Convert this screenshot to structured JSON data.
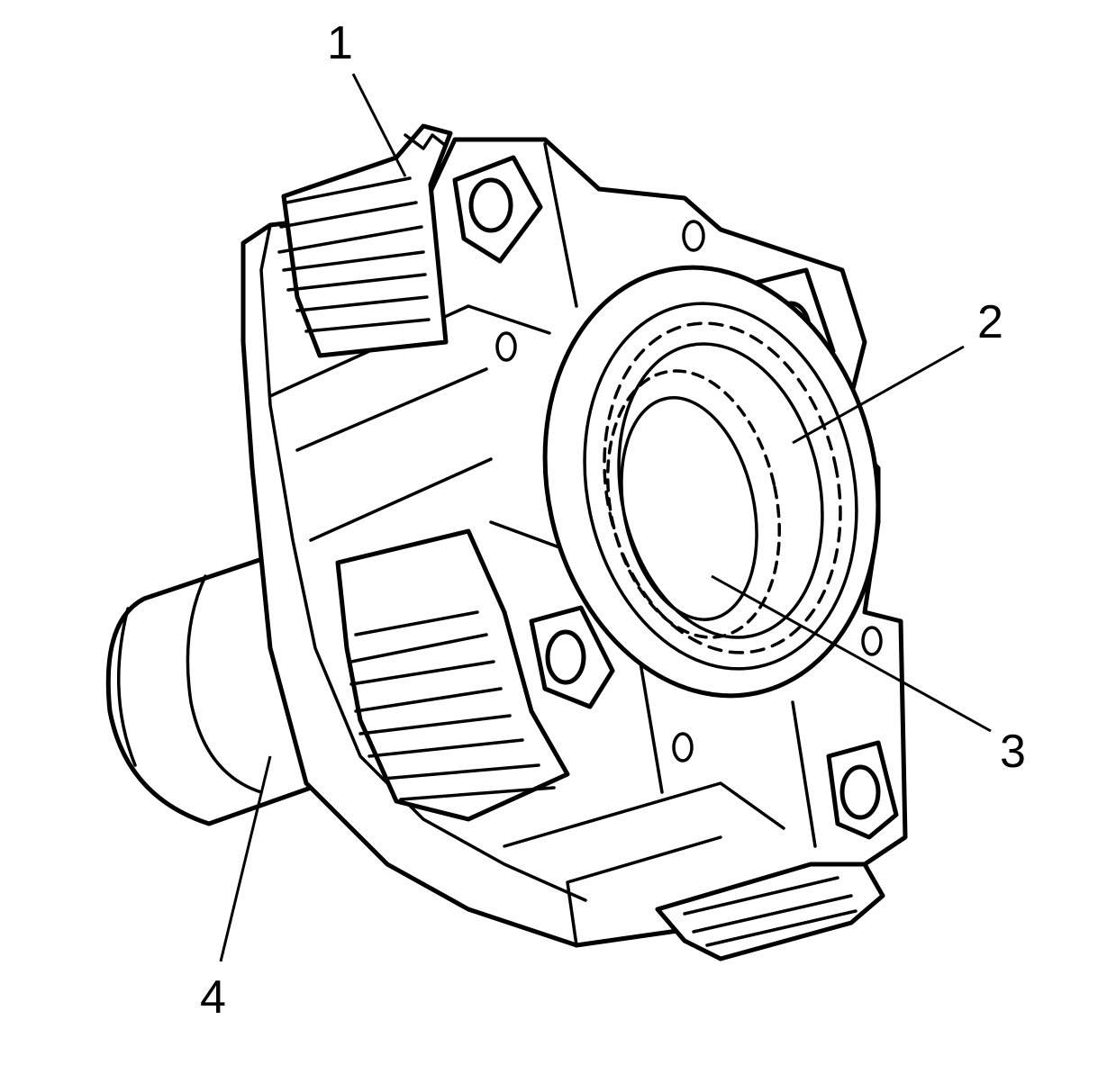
{
  "callouts": {
    "c1": "1",
    "c2": "2",
    "c3": "3",
    "c4": "4"
  },
  "colors": {
    "ink": "#000000",
    "paper": "#ffffff"
  }
}
